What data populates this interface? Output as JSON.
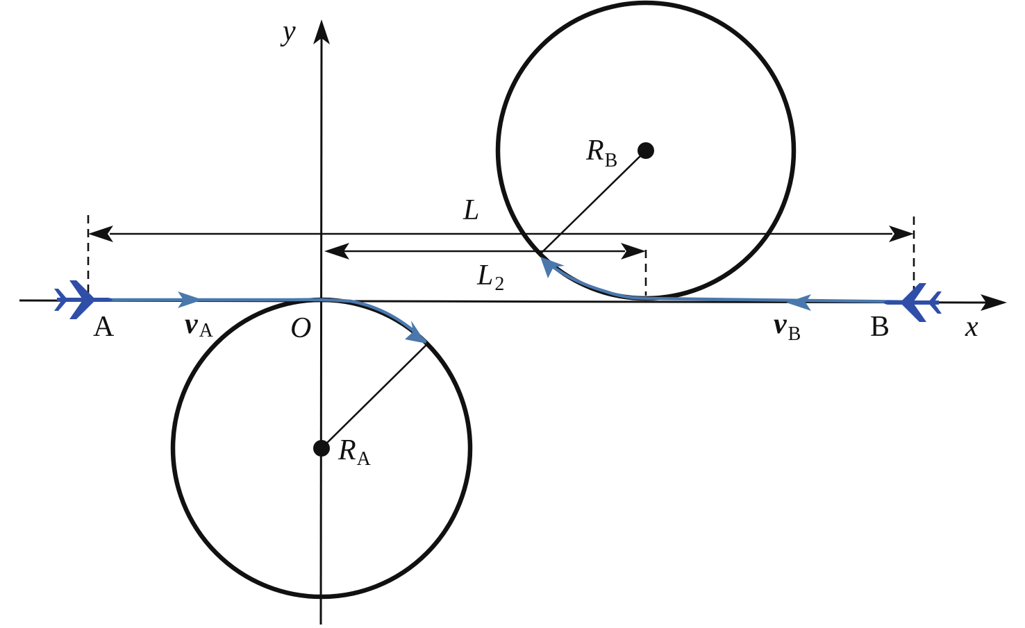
{
  "labels": {
    "x_axis": "x",
    "y_axis": "y",
    "origin": "O",
    "point_a": "A",
    "point_b": "B",
    "length_total": "L",
    "length_2_main": "L",
    "length_2_sub": "2",
    "velocity_a_main": "v",
    "velocity_a_sub": "A",
    "velocity_b_main": "v",
    "velocity_b_sub": "B",
    "radius_a_main": "R",
    "radius_a_sub": "A",
    "radius_b_main": "R",
    "radius_b_sub": "B"
  },
  "colors": {
    "lines": "#111111",
    "flight_path": "#4a78ad",
    "aircraft": "#2f4ea8",
    "background": "#ffffff"
  },
  "icons": {
    "aircraft_a": "airplane-icon",
    "aircraft_b": "airplane-icon"
  }
}
